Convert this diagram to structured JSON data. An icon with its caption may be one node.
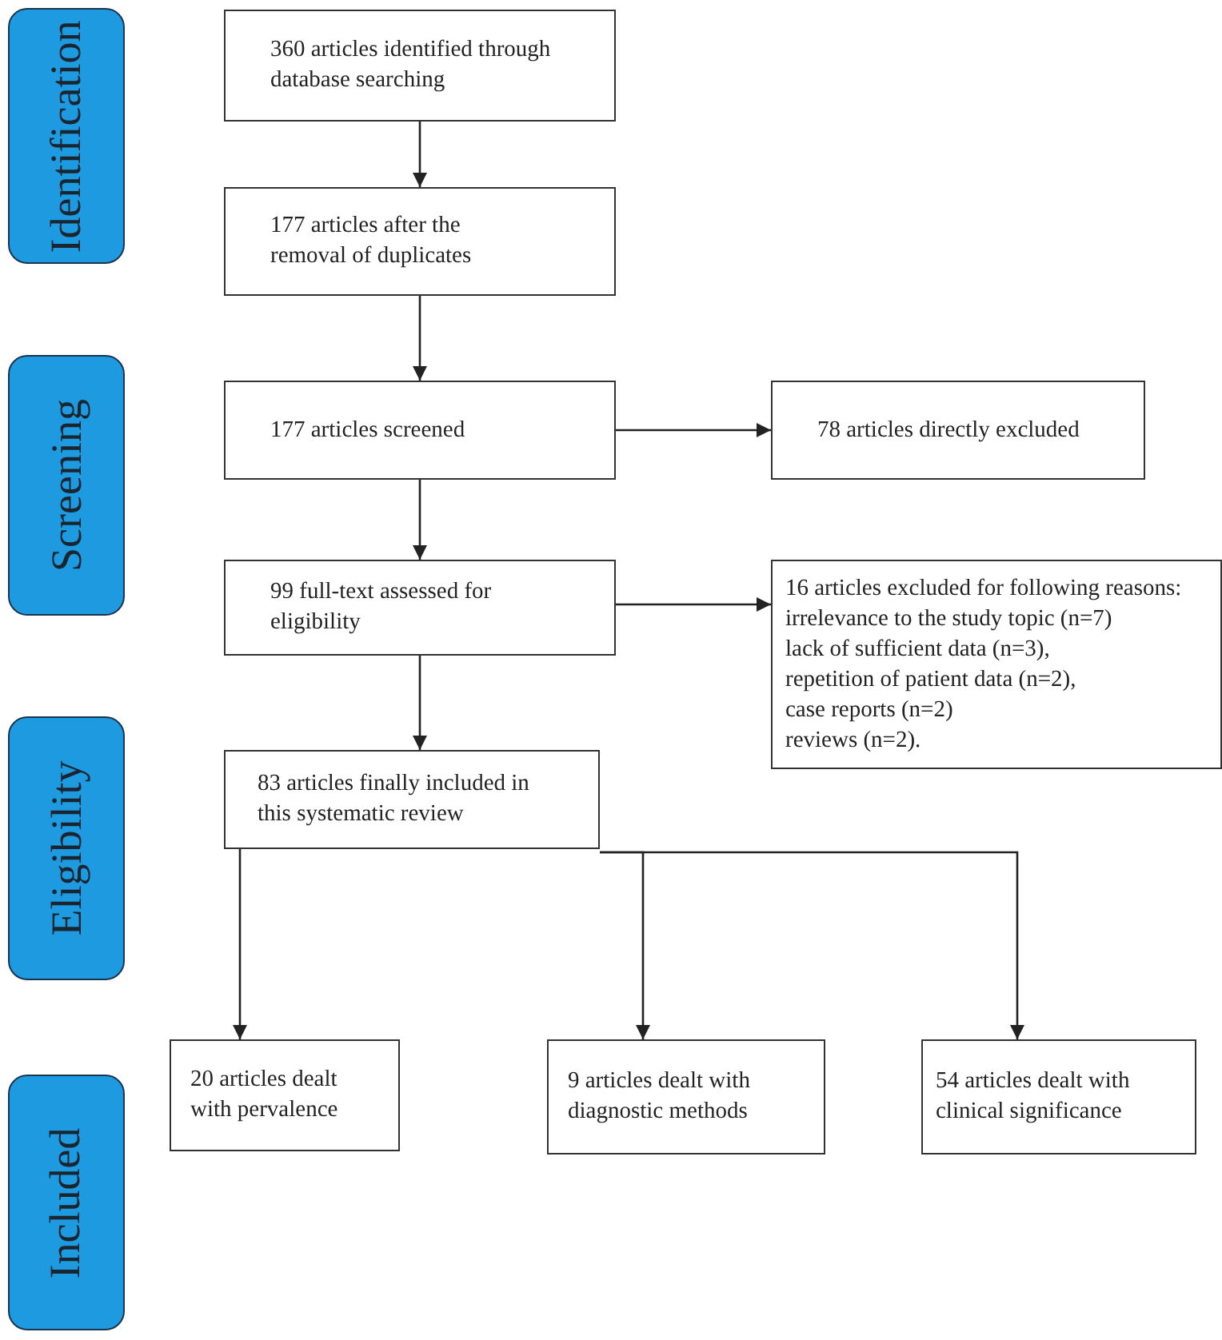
{
  "diagram": {
    "nodes": [
      {
        "text": [
          "Identification"
        ]
      },
      {
        "text": [
          "Screening"
        ]
      },
      {
        "text": [
          "Eligibility"
        ]
      },
      {
        "text": [
          "Included"
        ]
      },
      {
        "text": [
          "360 articles identified through database searching"
        ]
      },
      {
        "text": [
          "177 articles after the removal of duplicates"
        ]
      },
      {
        "text": [
          "177 articles screened"
        ]
      },
      {
        "text": [
          "78 articles directly excluded"
        ]
      },
      {
        "text": [
          "99 full-text assessed for eligibility"
        ]
      },
      {
        "text": [
          "16 articles excluded for following reasons:",
          "irrelevance to the study topic (n=7)",
          "lack of sufficient data (n=3),",
          "repetition of patient data (n=2),",
          "case reports (n=2)",
          "reviews (n=2)."
        ]
      },
      {
        "text": [
          "83 articles finally included in this systematic review"
        ]
      },
      {
        "text": [
          "20 articles dealt with pervalence"
        ]
      },
      {
        "text": [
          "9 articles dealt with diagnostic methods"
        ]
      },
      {
        "text": [
          "54 articles dealt with clinical significance"
        ]
      }
    ],
    "edges": [
      {
        "from": 4,
        "to": 5,
        "arrow": "to"
      },
      {
        "from": 5,
        "to": 6,
        "arrow": "to"
      },
      {
        "from": 6,
        "to": 7,
        "arrow": "to"
      },
      {
        "from": 6,
        "to": 8,
        "arrow": "to"
      },
      {
        "from": 8,
        "to": 9,
        "arrow": "to"
      },
      {
        "from": 8,
        "to": 10,
        "arrow": "to"
      },
      {
        "from": 10,
        "to": 11,
        "arrow": "to"
      },
      {
        "from": 10,
        "to": 12,
        "arrow": "to"
      },
      {
        "from": 10,
        "to": 13,
        "arrow": "to"
      }
    ]
  }
}
